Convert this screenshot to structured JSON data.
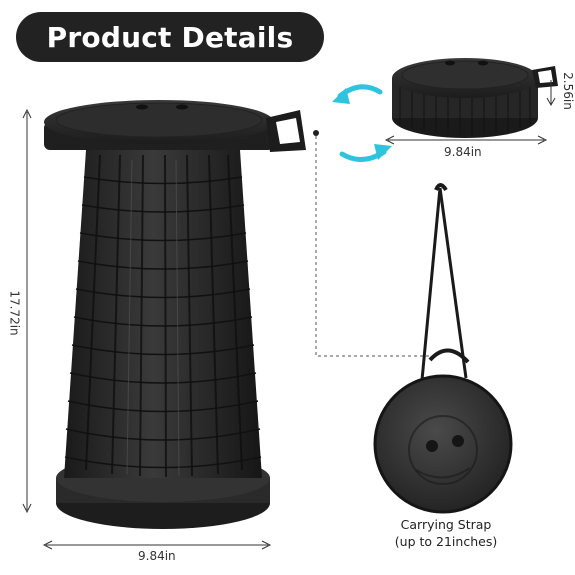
{
  "title": "Product Details",
  "dimensions": {
    "height_label": "17.72in",
    "width_label": "9.84in",
    "folded_width_label": "9.84in",
    "folded_height_label": "2.56in"
  },
  "caption": {
    "line1": "Carrying Strap",
    "line2": "(up to 21inches)"
  },
  "colors": {
    "pill": "#222222",
    "stool": "#2b2b2b",
    "accent_arrow": "#2fc4de"
  }
}
